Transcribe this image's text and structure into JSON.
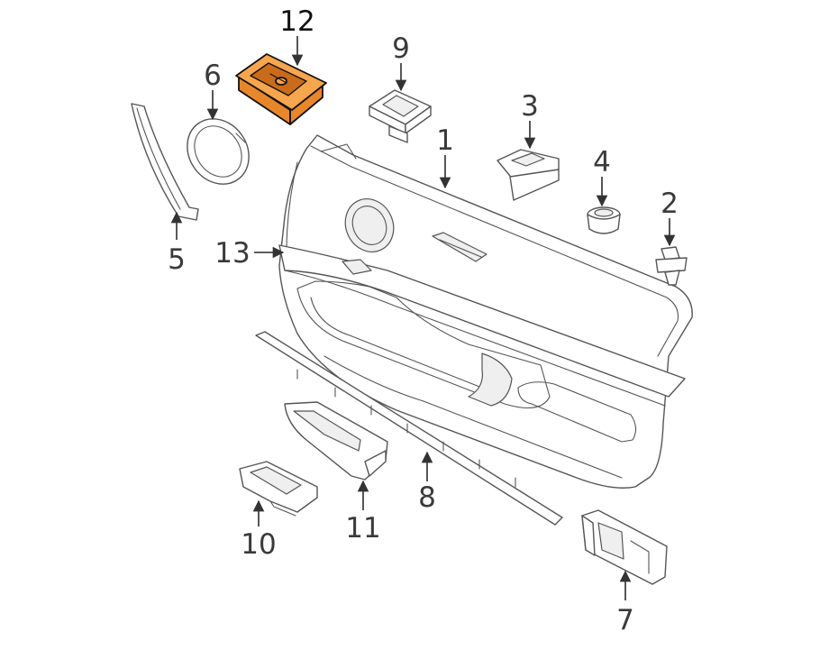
{
  "diagram": {
    "highlight_color": "#f7a64e",
    "line_color": "#555555",
    "callouts": [
      {
        "id": "c12",
        "label": "12",
        "highlighted": true
      },
      {
        "id": "c9",
        "label": "9"
      },
      {
        "id": "c6",
        "label": "6"
      },
      {
        "id": "c3",
        "label": "3"
      },
      {
        "id": "c1",
        "label": "1"
      },
      {
        "id": "c4",
        "label": "4"
      },
      {
        "id": "c2",
        "label": "2"
      },
      {
        "id": "c5",
        "label": "5"
      },
      {
        "id": "c13",
        "label": "13"
      },
      {
        "id": "c8",
        "label": "8"
      },
      {
        "id": "c10",
        "label": "10"
      },
      {
        "id": "c11",
        "label": "11"
      },
      {
        "id": "c7",
        "label": "7"
      }
    ]
  }
}
